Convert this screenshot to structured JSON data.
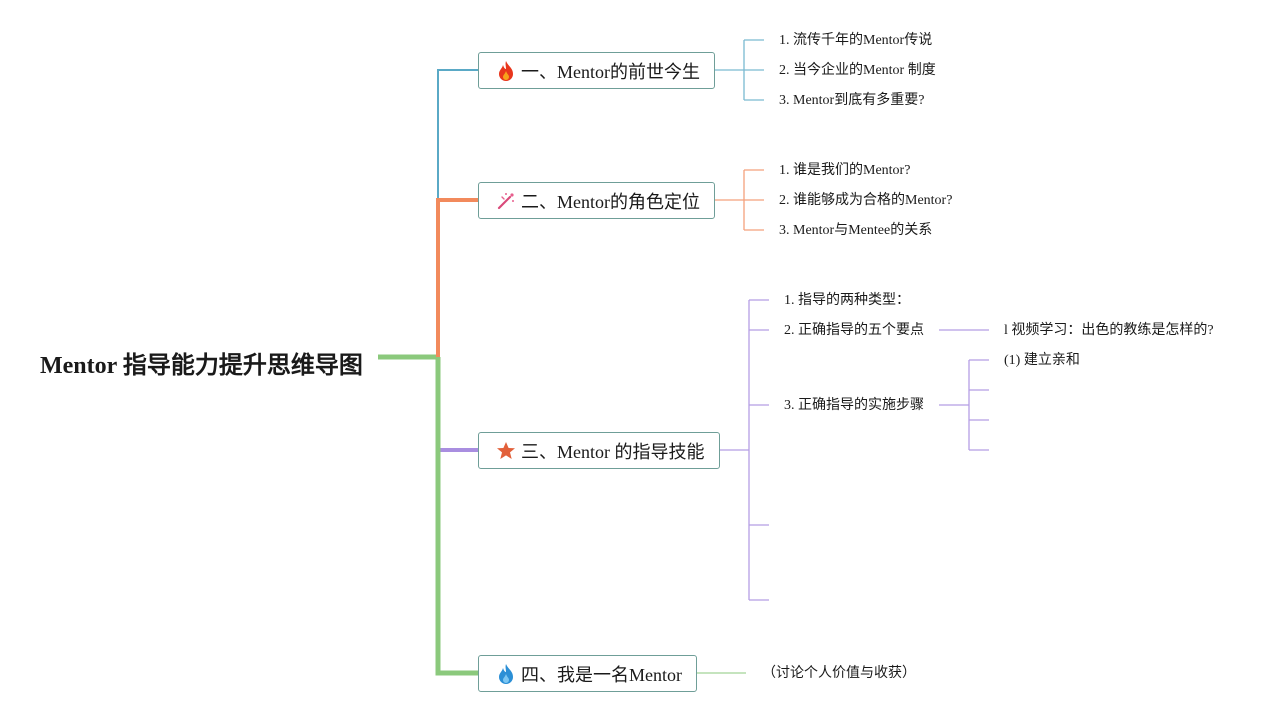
{
  "title": "Mentor 指导能力提升思维导图",
  "branches": [
    {
      "label": "一、Mentor的前世今生",
      "icon": "fire-icon",
      "items": [
        "1. 流传千年的Mentor传说",
        "2. 当今企业的Mentor 制度",
        "3. Mentor到底有多重要?"
      ]
    },
    {
      "label": "二、Mentor的角色定位",
      "icon": "magic-wand-icon",
      "items": [
        "1. 谁是我们的Mentor?",
        "2. 谁能够成为合格的Mentor?",
        "3. Mentor与Mentee的关系"
      ]
    },
    {
      "label": "三、Mentor 的指导技能",
      "icon": "star-icon",
      "items": [
        "1. 指导的两种类型：",
        "2. 正确指导的五个要点",
        "3. 正确指导的实施步骤"
      ],
      "sub2": "l 视频学习：出色的教练是怎样的?",
      "sub3": "(1) 建立亲和"
    },
    {
      "label": "四、我是一名Mentor",
      "icon": "droplet-flame-icon",
      "items": [
        "（讨论个人价值与收获）"
      ]
    }
  ],
  "colors": {
    "branch1": "#5aa9c6",
    "branch2": "#f28a5c",
    "branch3": "#a98ee0",
    "branch4": "#8bc97c",
    "node_border": "#6f9e98"
  }
}
